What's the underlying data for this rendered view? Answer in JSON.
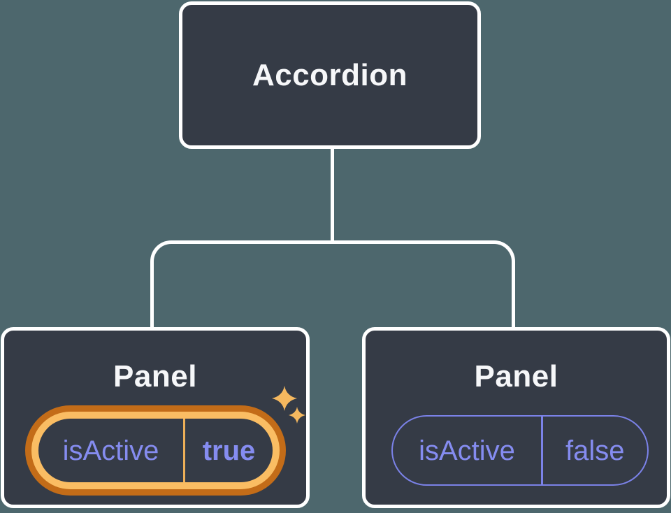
{
  "colors": {
    "backdrop": "#4D676D",
    "node_bg": "#353B46",
    "node_border": "#FFFFFF",
    "title_text": "#F6F7F9",
    "prop_text": "#858CF0",
    "prop_border": "#7B82E8",
    "highlight_outer": "#C36C18",
    "highlight_inner": "#FABD63",
    "highlight_divider": "#EDAF58",
    "sparkle": "#F5B85F"
  },
  "diagram": {
    "root": {
      "title": "Accordion"
    },
    "children": [
      {
        "title": "Panel",
        "prop": {
          "name": "isActive",
          "value": "true"
        },
        "highlighted": true,
        "icon": "sparkles-icon"
      },
      {
        "title": "Panel",
        "prop": {
          "name": "isActive",
          "value": "false"
        },
        "highlighted": false
      }
    ]
  }
}
